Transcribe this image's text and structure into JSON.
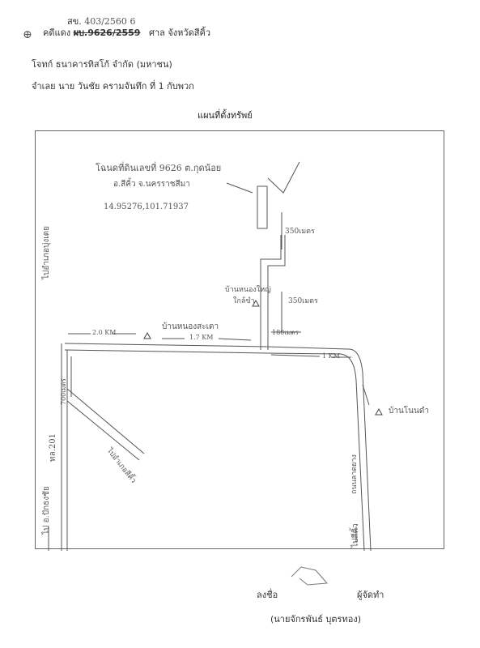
{
  "header": {
    "stamp_prefix": "สข.",
    "stamp_number": "403/2560",
    "stamp_suffix": "6",
    "case_label": "คดีแดง",
    "case_number": "ผบ.9626/2559",
    "court": "ศาล จังหวัดสีคิ้ว",
    "plaintiff": "โจทก์  ธนาคารทิสโก้ จำกัด (มหาชน)",
    "defendant": "จำเลย  นาย วันชัย  ครามจันทึก ที่ 1 กับพวก"
  },
  "title": "แผนที่ตั้งทรัพย์",
  "map": {
    "property_note_line1": "โฉนดที่ดินเลขที่ 9626 ต.กุดน้อย",
    "property_note_line2": "อ.สีคิ้ว  จ.นครราชสีมา",
    "coordinates": "14.95276,101.71937",
    "dist_350_top": "350เมตร",
    "dist_350_mid": "350เมตร",
    "dist_180": "180เมตร",
    "village_kaew": "บ้านหนองใหญ่",
    "village_kaew2": "ใกล้ขำ",
    "village_sadao": "บ้านหนองสะเดา",
    "dist_2km": "2.0 KM",
    "dist_1_7km": "1.7 KM",
    "dist_1km": "1 KM",
    "village_right": "บ้านโนนดำ",
    "dist_700": "700เมตร",
    "road_left_top": "ไปอำเภอบุ่งเตย",
    "road_left_bottom": "ไป อ.ปักธงชัย",
    "highway": "ทล.201",
    "diagonal_road": "ไปอำเภอสีคิ้ว",
    "road_right_bottom": "ไปสีคิ้ว",
    "road_right_bottom2": "ถนนลาดยาง"
  },
  "footer": {
    "sign_label": "ลงชื่อ",
    "role": "ผู้จัดทำ",
    "name": "(นายจักรพันธ์   บุตรทอง)"
  }
}
